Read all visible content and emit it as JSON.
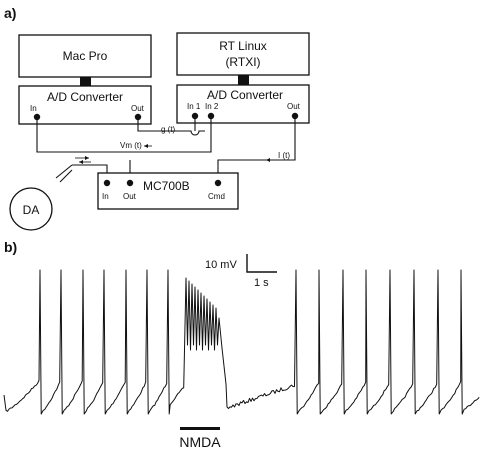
{
  "panel_a": {
    "label": "a)",
    "mac_pro": "Mac Pro",
    "rt_linux_line1": "RT Linux",
    "rt_linux_line2": "(RTXI)",
    "adc_left": {
      "title": "A/D Converter",
      "in": "In",
      "out": "Out"
    },
    "adc_right": {
      "title": "A/D Converter",
      "in1": "In 1",
      "in2": "In 2",
      "out": "Out"
    },
    "signals": {
      "g": "g (t)",
      "vm": "Vm (t)",
      "i": "I (t)"
    },
    "amplifier": {
      "name": "MC700B",
      "in": "In",
      "out": "Out",
      "cmd": "Cmd"
    },
    "cell": "DA"
  },
  "panel_b": {
    "label": "b)",
    "scale_v": "10 mV",
    "scale_t": "1 s",
    "stimulus": "NMDA"
  }
}
